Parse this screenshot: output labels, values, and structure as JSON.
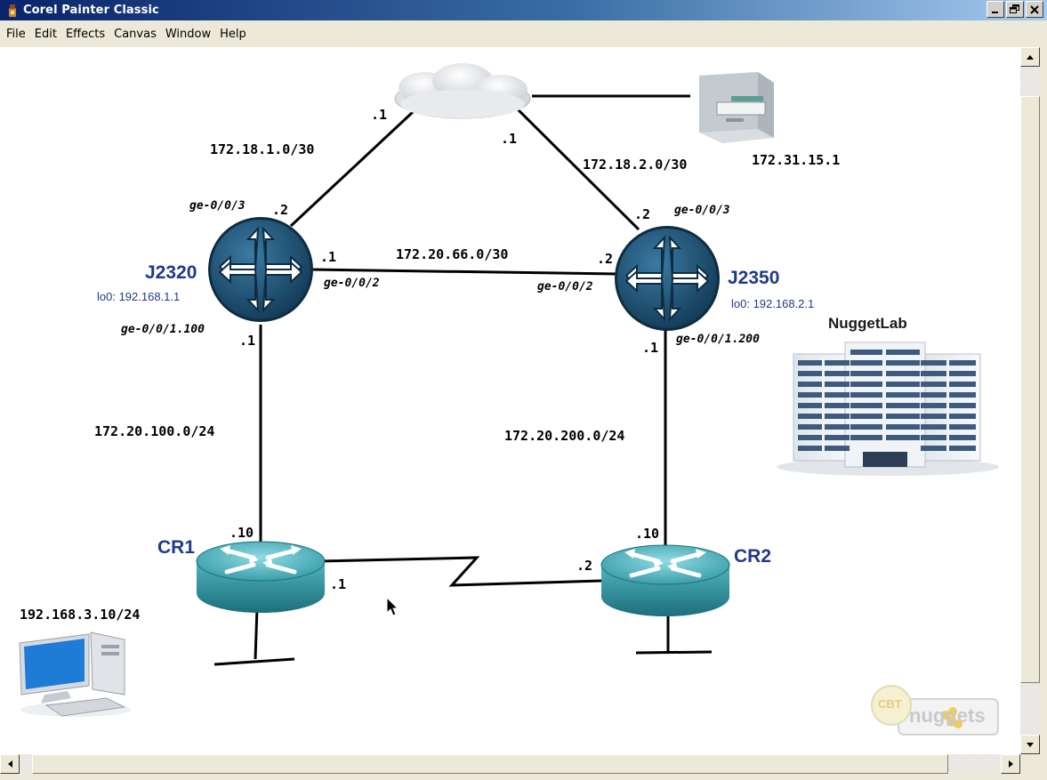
{
  "window": {
    "title": "Corel Painter Classic",
    "controls": [
      "minimize-icon",
      "restore-icon",
      "close-icon"
    ]
  },
  "menu": [
    "File",
    "Edit",
    "Effects",
    "Canvas",
    "Window",
    "Help"
  ],
  "diagram": {
    "subnets": {
      "cloud_j2320": "172.18.1.0/30",
      "cloud_j2350": "172.18.2.0/30",
      "j2320_j2350": "172.20.66.0/30",
      "j2320_cr1": "172.20.100.0/24",
      "j2350_cr2": "172.20.200.0/24"
    },
    "server_ip": "172.31.15.1",
    "host_ip": "192.168.3.10/24",
    "addresses": {
      "cloud_left": ".1",
      "cloud_right": ".1",
      "j2320_top": ".2",
      "j2320_right": ".1",
      "j2320_bottom": ".1",
      "j2350_top": ".2",
      "j2350_left": ".2",
      "j2350_bottom": ".1",
      "cr1_top": ".10",
      "cr1_right": ".1",
      "cr2_top": ".10",
      "cr2_left": ".2"
    },
    "interfaces": {
      "j2320_ge003": "ge-0/0/3",
      "j2320_ge002": "ge-0/0/2",
      "j2320_ge001": "ge-0/0/1.100",
      "j2350_ge003": "ge-0/0/3",
      "j2350_ge002": "ge-0/0/2",
      "j2350_ge001": "ge-0/0/1.200"
    },
    "devices": {
      "j2320": {
        "name": "J2320",
        "loopback": "lo0: 192.168.1.1"
      },
      "j2350": {
        "name": "J2350",
        "loopback": "lo0: 192.168.2.1"
      },
      "cr1": {
        "name": "CR1"
      },
      "cr2": {
        "name": "CR2"
      },
      "building": {
        "name": "NuggetLab"
      }
    },
    "icons": [
      "cloud-icon",
      "file-server-icon",
      "juniper-router-icon",
      "cisco-router-icon",
      "office-building-icon",
      "desktop-computer-icon",
      "mouse-cursor-icon"
    ],
    "watermark": {
      "prefix": "CBT",
      "brand": "nuggets"
    },
    "colors": {
      "device_label": "#1f3a8a",
      "juniper_router": "#1d4e6f",
      "cisco_router": "#2a8a96",
      "titlebar": "#0a246a"
    }
  }
}
